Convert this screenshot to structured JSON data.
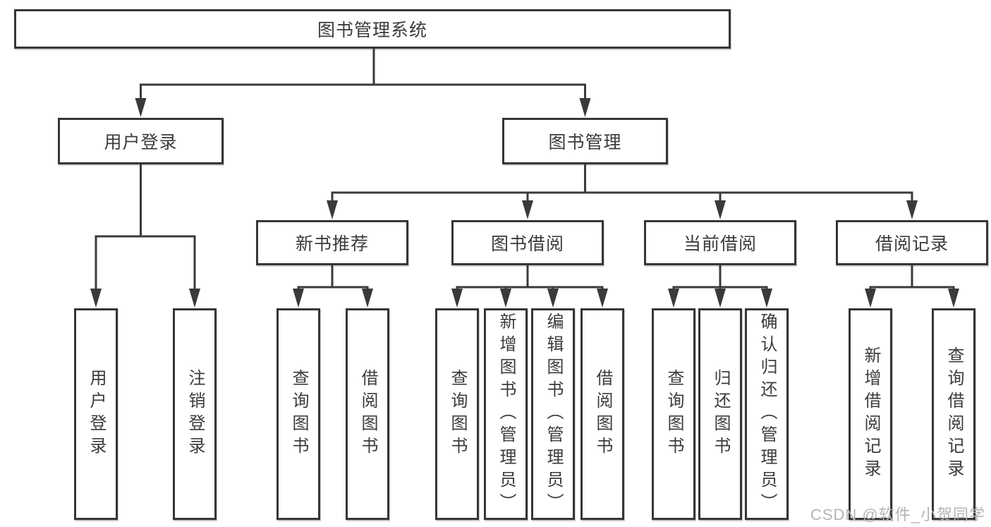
{
  "diagram": {
    "root": {
      "label": "图书管理系统"
    },
    "login": {
      "label": "用户登录"
    },
    "mgmt": {
      "label": "图书管理"
    },
    "newbook": {
      "label": "新书推荐"
    },
    "borrow": {
      "label": "图书借阅"
    },
    "current": {
      "label": "当前借阅"
    },
    "records": {
      "label": "借阅记录"
    },
    "login_children": [
      {
        "label": "用户登录"
      },
      {
        "label": "注销登录"
      }
    ],
    "newbook_children": [
      {
        "label": "查询图书"
      },
      {
        "label": "借阅图书"
      }
    ],
    "borrow_children": [
      {
        "label": "查询图书"
      },
      {
        "label": "新增图书（管理员）"
      },
      {
        "label": "编辑图书（管理员）"
      },
      {
        "label": "借阅图书"
      }
    ],
    "current_children": [
      {
        "label": "查询图书"
      },
      {
        "label": "归还图书"
      },
      {
        "label": "确认归还（管理员）"
      }
    ],
    "records_children": [
      {
        "label": "新增借阅记录"
      },
      {
        "label": "查询借阅记录"
      }
    ]
  },
  "watermark": {
    "text": "CSDN @软件_小贺同学",
    "color": "#b5b5b5"
  },
  "colors": {
    "line": "#3a3a3a",
    "box_border": "#363636",
    "text": "#3b3b3b",
    "background": "#ffffff"
  }
}
